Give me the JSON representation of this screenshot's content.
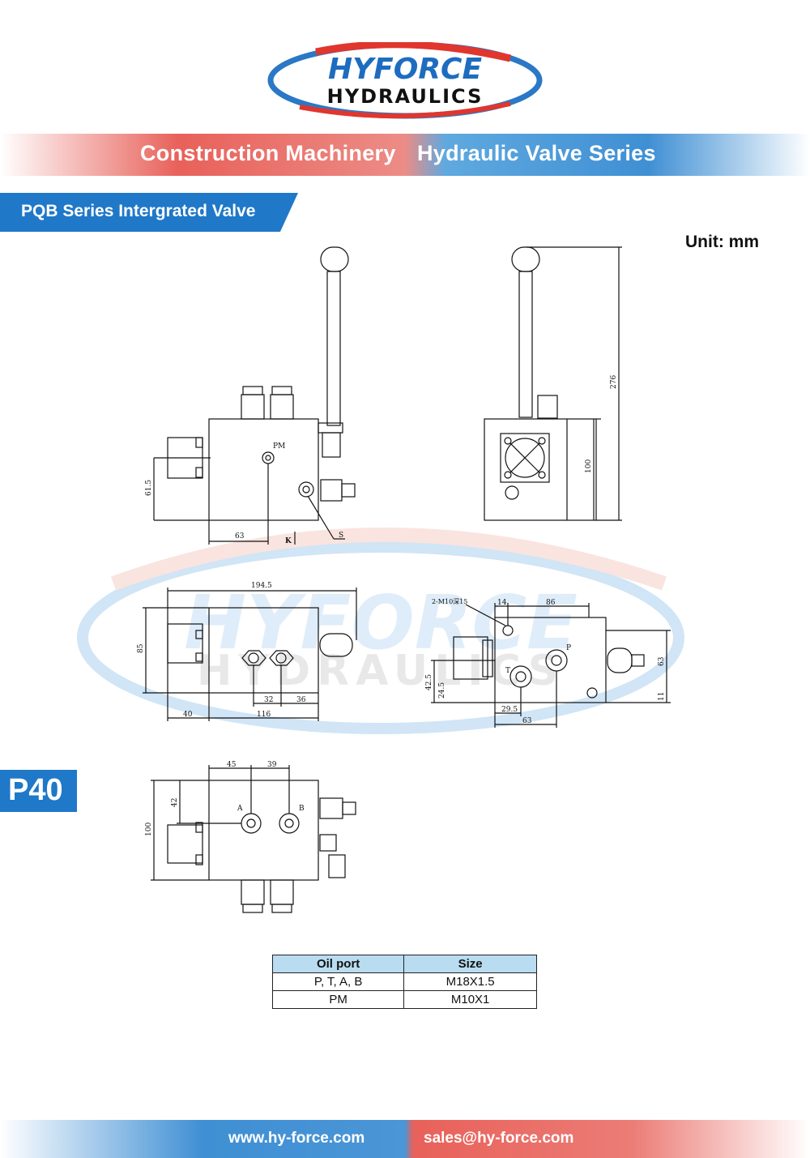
{
  "logo": {
    "line1": "HYFORCE",
    "line2": "HYDRAULICS"
  },
  "banner": {
    "left_text": "Construction Machinery",
    "right_text": "Hydraulic Valve Series"
  },
  "section_tab": "PQB Series Intergrated Valve",
  "unit_label": "Unit: mm",
  "model_badge": "P40",
  "watermark": {
    "line1": "HYFORCE",
    "line2": "HYDRAULICS"
  },
  "drawing": {
    "front_view": {
      "pm_label": "PM",
      "dim_height": "61.5",
      "dim_width": "63",
      "k_label": "K",
      "s_label": "S"
    },
    "side_view": {
      "dim_height": "100",
      "dim_total": "276"
    },
    "top_view": {
      "dim_total": "194.5",
      "dim_height": "85",
      "dim_a": "32",
      "dim_b": "36",
      "dim_c": "40",
      "dim_d": "116"
    },
    "section_view": {
      "holes": "2-M10深15",
      "dim_14": "14",
      "dim_86": "86",
      "dim_63_right": "63",
      "dim_42_5": "42.5",
      "dim_24_5": "24.5",
      "dim_29_5": "29.5",
      "dim_63_bottom": "63",
      "dim_11": "11",
      "p_label": "P",
      "t_label": "T"
    },
    "bottom_view": {
      "dim_45": "45",
      "dim_39": "39",
      "dim_42": "42",
      "dim_100": "100",
      "a_label": "A",
      "b_label": "B"
    }
  },
  "table": {
    "headers": [
      "Oil port",
      "Size"
    ],
    "rows": [
      [
        "P, T, A, B",
        "M18X1.5"
      ],
      [
        "PM",
        "M10X1"
      ]
    ]
  },
  "footer": {
    "website": "www.hy-force.com",
    "email": "sales@hy-force.com"
  }
}
